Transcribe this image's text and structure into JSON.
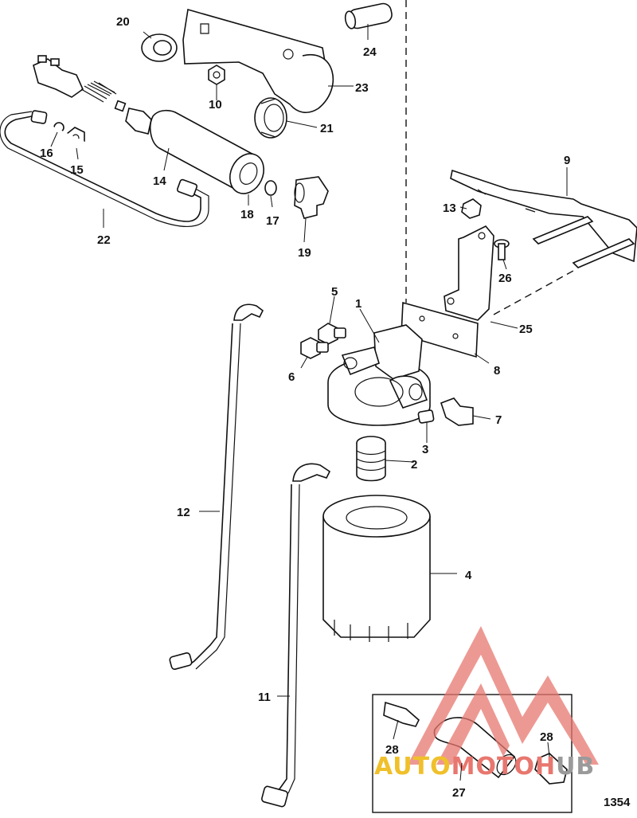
{
  "figure_number": "1354",
  "callouts": [
    {
      "id": "c1",
      "text": "1"
    },
    {
      "id": "c2",
      "text": "2"
    },
    {
      "id": "c3",
      "text": "3"
    },
    {
      "id": "c4",
      "text": "4"
    },
    {
      "id": "c5",
      "text": "5"
    },
    {
      "id": "c6",
      "text": "6"
    },
    {
      "id": "c7",
      "text": "7"
    },
    {
      "id": "c8",
      "text": "8"
    },
    {
      "id": "c9",
      "text": "9"
    },
    {
      "id": "c10",
      "text": "10"
    },
    {
      "id": "c11",
      "text": "11"
    },
    {
      "id": "c12",
      "text": "12"
    },
    {
      "id": "c13",
      "text": "13"
    },
    {
      "id": "c14",
      "text": "14"
    },
    {
      "id": "c15",
      "text": "15"
    },
    {
      "id": "c16",
      "text": "16"
    },
    {
      "id": "c17",
      "text": "17"
    },
    {
      "id": "c18",
      "text": "18"
    },
    {
      "id": "c19",
      "text": "19"
    },
    {
      "id": "c20",
      "text": "20"
    },
    {
      "id": "c21",
      "text": "21"
    },
    {
      "id": "c22",
      "text": "22"
    },
    {
      "id": "c23",
      "text": "23"
    },
    {
      "id": "c24",
      "text": "24"
    },
    {
      "id": "c25",
      "text": "25"
    },
    {
      "id": "c26",
      "text": "26"
    },
    {
      "id": "c27",
      "text": "27"
    },
    {
      "id": "c28a",
      "text": "28"
    },
    {
      "id": "c28b",
      "text": "28"
    }
  ],
  "watermark": {
    "text": "AUTOMOTOHUB",
    "color_primary": "#e8776f",
    "color_secondary": "#f0c02a",
    "color_tertiary": "#9a9a9a"
  }
}
